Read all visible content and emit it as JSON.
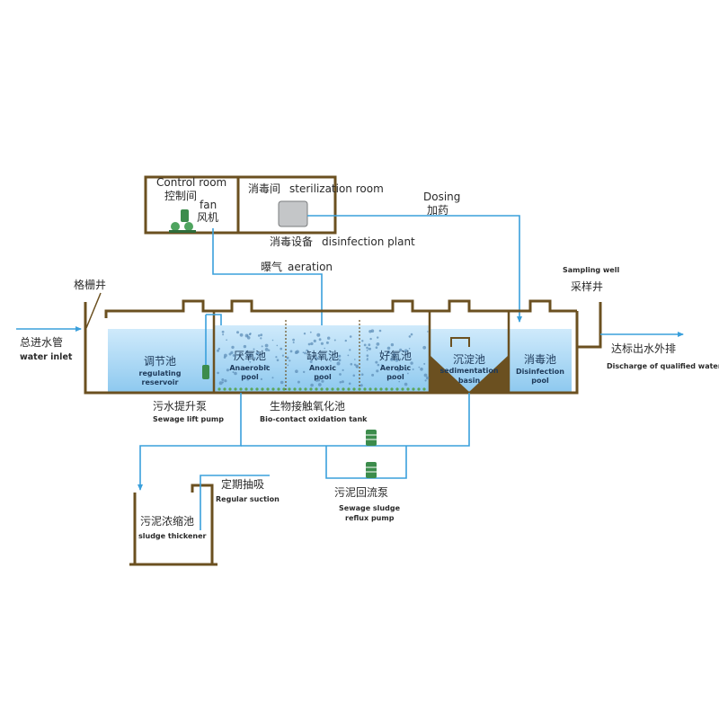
{
  "control_room": {
    "label_en": "Control room",
    "label_zh": "控制间",
    "fan_en": "fan",
    "fan_zh": "风机"
  },
  "sterilization_room": {
    "label_zh": "消毒间",
    "label_en": "sterilization room"
  },
  "disinfection_plant": {
    "label_zh": "消毒设备",
    "label_en": "disinfection plant"
  },
  "dosing": {
    "label_en": "Dosing",
    "label_zh": "加药"
  },
  "aeration": {
    "label_zh": "曝气",
    "label_en": "aeration"
  },
  "grille_well": {
    "label_zh": "格栅井"
  },
  "sampling_well": {
    "label_en": "Sampling well",
    "label_zh": "采样井"
  },
  "inlet": {
    "label_zh": "总进水管",
    "label_en": "water inlet"
  },
  "discharge": {
    "label_zh": "达标出水外排",
    "label_en": "Discharge of qualified water"
  },
  "tanks": {
    "regulating": {
      "label_zh": "调节池",
      "label_en_1": "regulating",
      "label_en_2": "reservoir"
    },
    "anaerobic": {
      "label_zh": "厌氧池",
      "label_en_1": "Anaerobic",
      "label_en_2": "pool"
    },
    "anoxic": {
      "label_zh": "缺氧池",
      "label_en_1": "Anoxic",
      "label_en_2": "pool"
    },
    "aerobic": {
      "label_zh": "好氧池",
      "label_en_1": "Aerobic",
      "label_en_2": "pool"
    },
    "sedimentation": {
      "label_zh": "沉淀池",
      "label_en_1": "sedimentation",
      "label_en_2": "basin"
    },
    "disinfection": {
      "label_zh": "消毒池",
      "label_en_1": "Disinfection",
      "label_en_2": "pool"
    }
  },
  "sewage_lift_pump": {
    "label_zh": "污水提升泵",
    "label_en": "Sewage lift pump"
  },
  "bio_contact": {
    "label_zh": "生物接触氧化池",
    "label_en": "Bio-contact oxidation tank"
  },
  "regular_suction": {
    "label_zh": "定期抽吸",
    "label_en": "Regular suction"
  },
  "sludge_reflux_pump": {
    "label_zh": "污泥回流泵",
    "label_en_1": "Sewage sludge",
    "label_en_2": "reflux pump"
  },
  "sludge_thickener": {
    "label_zh": "污泥浓缩池",
    "label_en": "sludge thickener"
  },
  "colors": {
    "wall": "#6b5020",
    "pipe": "#3aa0dc",
    "water": "#9fd2f2",
    "bubble": "#5f8fb8",
    "pump": "#3c8c4c"
  }
}
